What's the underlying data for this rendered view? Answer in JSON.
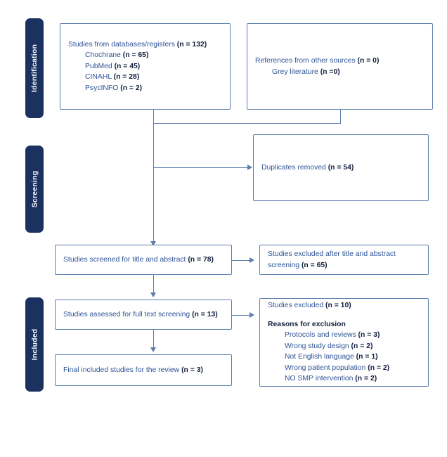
{
  "diagram": {
    "title": "PRISMA flow diagram",
    "accent_border": "#5B7DAF",
    "accent_text": "#2E5395",
    "stage_bar_color": "#1B3160"
  },
  "stages": [
    {
      "label": "Identification"
    },
    {
      "label": "Screening"
    },
    {
      "label": "Included"
    }
  ],
  "boxes": {
    "databases": {
      "lines": [
        {
          "text": "Studies from databases/registers ",
          "value": "(n = 132)",
          "indent": false
        },
        {
          "text": "Chochrane ",
          "value": "(n = 65)",
          "indent": true
        },
        {
          "text": "PubMed ",
          "value": "(n = 45)",
          "indent": true
        },
        {
          "text": "CINAHL ",
          "value": "(n = 28)",
          "indent": true
        },
        {
          "text": "PsycINFO ",
          "value": "(n = 2)",
          "indent": true
        }
      ]
    },
    "other_sources": {
      "lines": [
        {
          "text": "References from other sources ",
          "value": "(n = 0)",
          "indent": false
        },
        {
          "text": "Grey literature ",
          "value": "(n =0)",
          "indent": true
        }
      ]
    },
    "duplicates": {
      "lines": [
        {
          "text": "Duplicates removed ",
          "value": "(n = 54)",
          "indent": false
        }
      ]
    },
    "screened": {
      "lines": [
        {
          "text": "Studies screened for title and abstract ",
          "value": "(n = 78)",
          "indent": false
        }
      ]
    },
    "excluded_title_abstract": {
      "lines": [
        {
          "text": "Studies excluded after title and abstract",
          "value": "",
          "indent": false
        },
        {
          "text": "screening ",
          "value": "(n = 65)",
          "indent": false
        }
      ]
    },
    "full_text": {
      "lines": [
        {
          "text": "Studies assessed for full text screening ",
          "value": "(n = 13)",
          "indent": false
        }
      ]
    },
    "excluded_full_text": {
      "heading": {
        "text": "Studies excluded ",
        "value": "(n = 10)"
      },
      "reasons_title": "Reasons for exclusion",
      "reasons": [
        {
          "text": "Protocols and reviews ",
          "value": "(n = 3)"
        },
        {
          "text": "Wrong study design ",
          "value": "(n = 2)"
        },
        {
          "text": "Not English language ",
          "value": "(n = 1)"
        },
        {
          "text": "Wrong patient population ",
          "value": "(n = 2)"
        },
        {
          "text": "NO SMP intervention ",
          "value": "(n = 2)"
        }
      ]
    },
    "final_included": {
      "lines": [
        {
          "text": "Final included studies for the review ",
          "value": "(n = 3)",
          "indent": false
        }
      ]
    }
  }
}
